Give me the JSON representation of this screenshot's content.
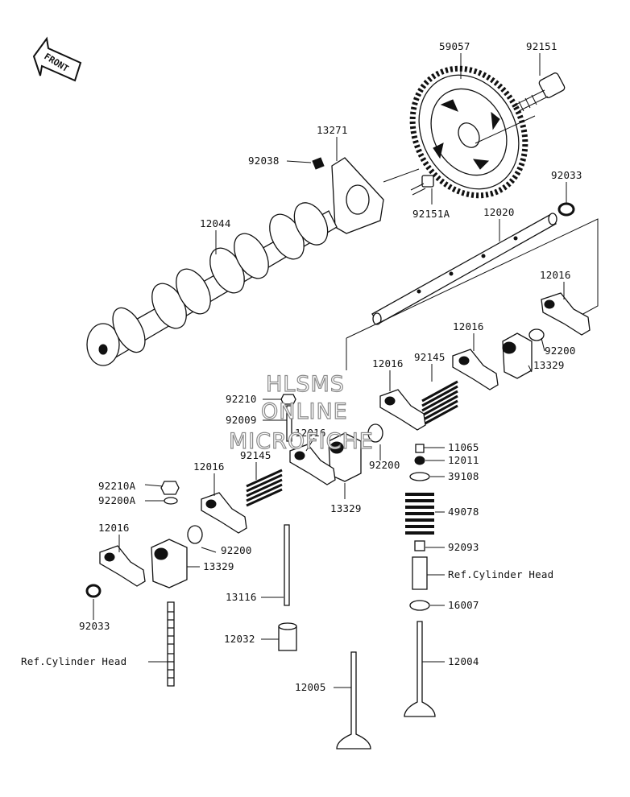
{
  "diagram": {
    "front_badge": "FRONT",
    "watermark": [
      "HLSMS",
      "ONLINE",
      "MICROFICHE"
    ],
    "labels": {
      "n59057": "59057",
      "n92151": "92151",
      "n13271": "13271",
      "n92038": "92038",
      "n92033_top": "92033",
      "n92151A": "92151A",
      "n12020": "12020",
      "n12044": "12044",
      "n12016_a": "12016",
      "n12016_b": "12016",
      "n92200_a": "92200",
      "n13329_a": "13329",
      "n12016_c": "12016",
      "n92145_a": "92145",
      "n92210": "92210",
      "n92009": "92009",
      "n12016_d": "12016",
      "n12016_e": "12016",
      "n92145_b": "92145",
      "n92200_b": "92200",
      "n13329_b": "13329",
      "n11065": "11065",
      "n12011": "12011",
      "n39108": "39108",
      "n92210A": "92210A",
      "n92200A": "92200A",
      "n12016_f": "12016",
      "n49078": "49078",
      "n92200_c": "92200",
      "n13329_c": "13329",
      "n92093": "92093",
      "ref_head_right": "Ref.Cylinder Head",
      "n92033_bot": "92033",
      "n13116": "13116",
      "n16007": "16007",
      "n12032": "12032",
      "ref_head_left": "Ref.Cylinder Head",
      "n12004": "12004",
      "n12005": "12005"
    }
  }
}
